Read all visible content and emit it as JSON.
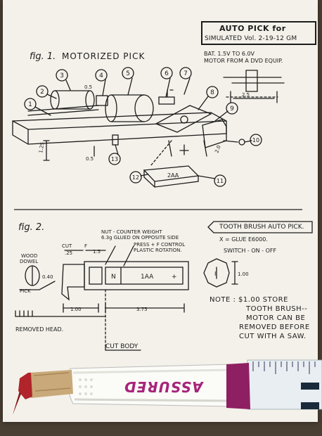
{
  "title": {
    "line1": "AUTO PICK for",
    "line2": "SIMULATED Vol. 2-19-12 GM"
  },
  "fig1": {
    "label": "fig. 1.",
    "title": "MOTORIZED PICK",
    "bat_note": [
      "BAT. 1.5V TO 6.0V",
      "MOTOR FROM A DVD EQUIP."
    ],
    "callouts": [
      "1",
      "2",
      "3",
      "4",
      "5",
      "6",
      "7",
      "8",
      "9",
      "10",
      "11",
      "12",
      "13"
    ],
    "dims": [
      "0.5",
      "1.25",
      "0.5",
      "2.5",
      "2.0",
      "2AA"
    ]
  },
  "fig2": {
    "label": "fig. 2.",
    "counterweight_note": [
      "NUT - COUNTER WEIGHT",
      "6.3g GLUED ON OPPOSITE SIDE"
    ],
    "press_note": [
      "PRESS + F CONTROL",
      "PLASTIC ROTATION."
    ],
    "toothbrush_label": "TOOTH BRUSH AUTO PICK.",
    "glue_note": "X = GLUE E6000.",
    "switch_label": "SWITCH - ON - OFF",
    "wood_dowel": [
      "WOOD",
      "DOWEL"
    ],
    "pick": "PICK",
    "cut": "CUT",
    "dim_cut": ".25",
    "dim_f": "F",
    "dim_15": "1.5",
    "dim_040": "0.40",
    "dim_100": "1.00",
    "dim_375": "3.75",
    "dim_side": "1.00",
    "battery_n": "N",
    "battery_type": "1AA",
    "battery_plus": "+",
    "switch_i": "I",
    "removed_head": "REMOVED HEAD.",
    "cut_body": "CUT BODY"
  },
  "note": [
    "NOTE : $1.00 STORE",
    "TOOTH BRUSH--",
    "MOTOR CAN BE",
    "REMOVED BEFORE",
    "CUT WITH A SAW."
  ],
  "toothbrush": {
    "brand": "ASSURED"
  },
  "colors": {
    "paper": "#f4f1ea",
    "ink": "#1c1c1c",
    "brand_magenta": "#a8247a",
    "cork": "#c9a97a",
    "red_tip": "#b0242a",
    "ruler": "#e8eef2"
  }
}
